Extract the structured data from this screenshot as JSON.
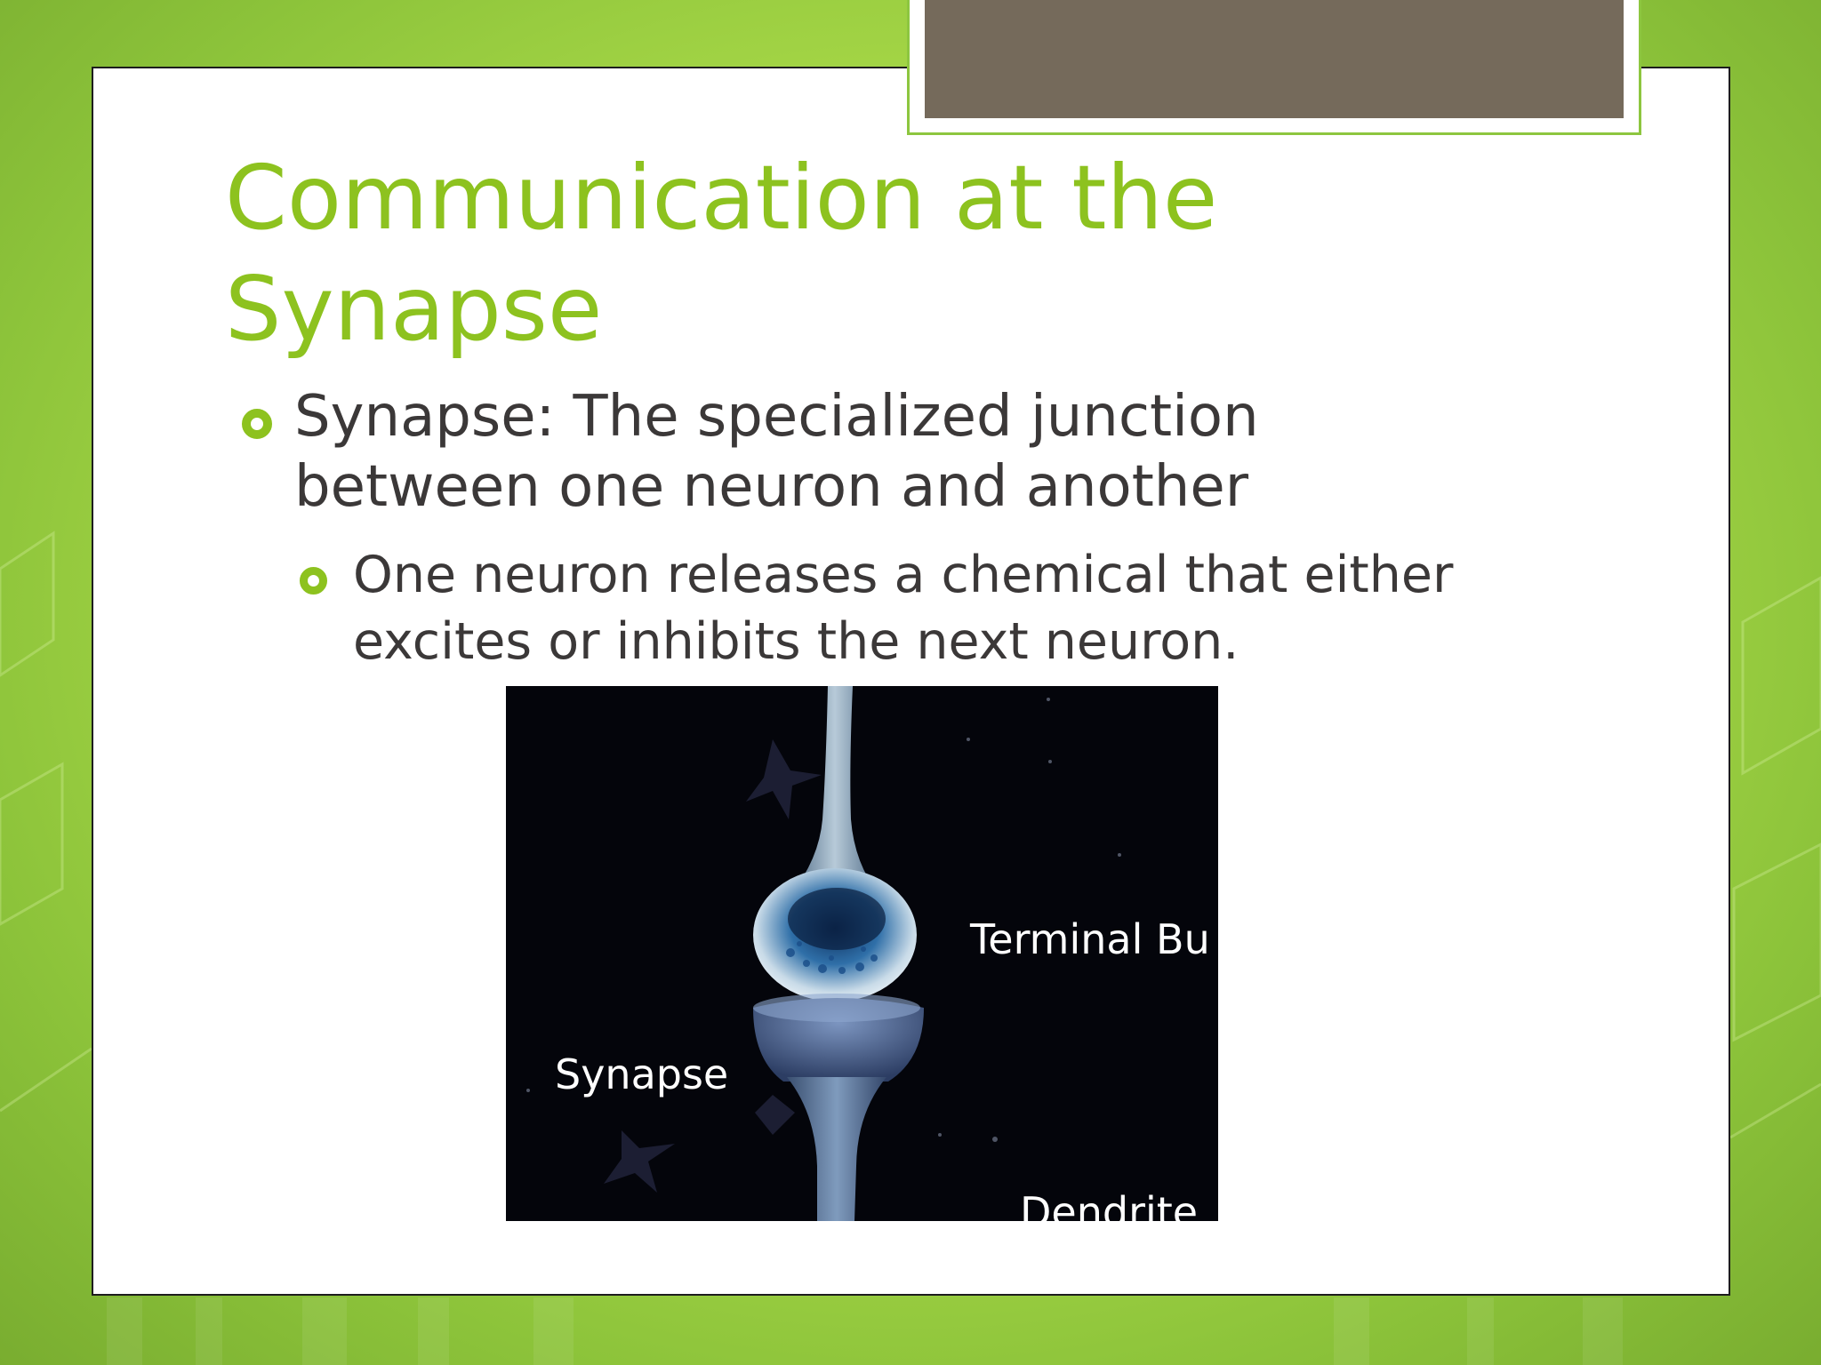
{
  "slide": {
    "title_lines": [
      "Communication at the",
      "Synapse"
    ],
    "bullets": [
      {
        "lines": [
          "Synapse: The specialized junction",
          "between one neuron and another"
        ]
      },
      {
        "lines": [
          "One neuron releases a chemical that either",
          "excites or inhibits the next neuron."
        ]
      }
    ]
  },
  "figure": {
    "labels": {
      "terminal": "Terminal Bu",
      "synapse": "Synapse",
      "dendrite": "Dendrite"
    }
  },
  "colors": {
    "accent_green": "#8dc21f",
    "tab_brown": "#756a5b",
    "body_text": "#3b3838",
    "figure_bg": "#04050b"
  }
}
